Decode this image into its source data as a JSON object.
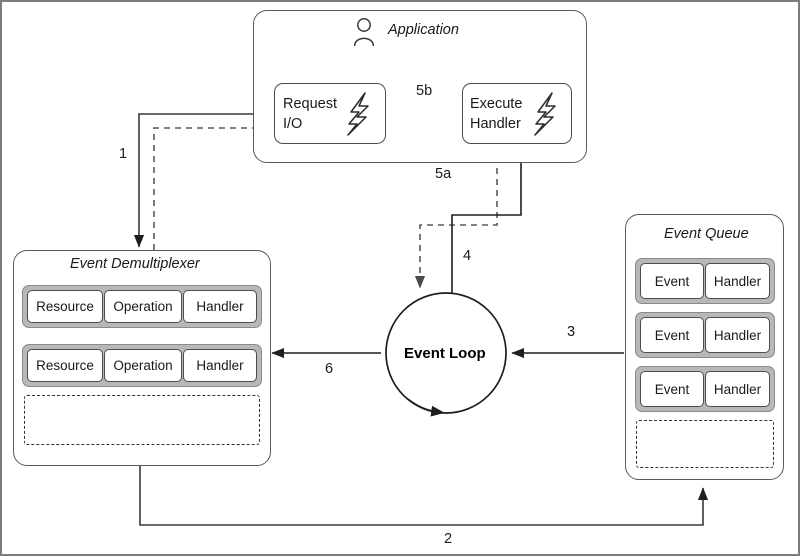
{
  "diagram": {
    "title": "Reactor pattern / event loop flow diagram",
    "application": {
      "label": "Application",
      "icon": "person-icon",
      "nodes": [
        {
          "line1": "Request",
          "line2": "I/O",
          "icon": "lightning-bolt-icon"
        },
        {
          "line1": "Execute",
          "line2": "Handler",
          "icon": "lightning-bolt-icon"
        }
      ]
    },
    "event_demultiplexer": {
      "label": "Event Demultiplexer",
      "columns": [
        "Resource",
        "Operation",
        "Handler"
      ],
      "rows": [
        [
          "Resource",
          "Operation",
          "Handler"
        ],
        [
          "Resource",
          "Operation",
          "Handler"
        ]
      ],
      "empty_slot": ""
    },
    "event_queue": {
      "label": "Event Queue",
      "columns": [
        "Event",
        "Handler"
      ],
      "rows": [
        [
          "Event",
          "Handler"
        ],
        [
          "Event",
          "Handler"
        ],
        [
          "Event",
          "Handler"
        ]
      ],
      "empty_slot": ""
    },
    "event_loop": {
      "label": "Event Loop"
    },
    "flows": [
      {
        "id": "1",
        "label": "1",
        "style": "solid",
        "from": "Request I/O",
        "to": "Event Demultiplexer"
      },
      {
        "id": "2",
        "label": "2",
        "style": "solid",
        "from": "Event Demultiplexer",
        "to": "Event Queue"
      },
      {
        "id": "3",
        "label": "3",
        "style": "solid",
        "from": "Event Queue",
        "to": "Event Loop"
      },
      {
        "id": "4",
        "label": "4",
        "style": "solid",
        "from": "Event Loop",
        "to": "Execute Handler"
      },
      {
        "id": "5a",
        "label": "5a",
        "style": "dashed",
        "from": "Execute Handler",
        "to": "Event Loop"
      },
      {
        "id": "5b",
        "label": "5b",
        "style": "solid",
        "from": "Execute Handler",
        "to": "Request I/O"
      },
      {
        "id": "6",
        "label": "6",
        "style": "solid",
        "from": "Event Loop",
        "to": "Event Demultiplexer"
      }
    ],
    "colors": {
      "line": "#3a3a3a",
      "frame": "#7d7d7d",
      "row_frame_fill": "#b8b8b8",
      "cell_fill": "#ffffff",
      "text": "#1a1a1a"
    }
  }
}
